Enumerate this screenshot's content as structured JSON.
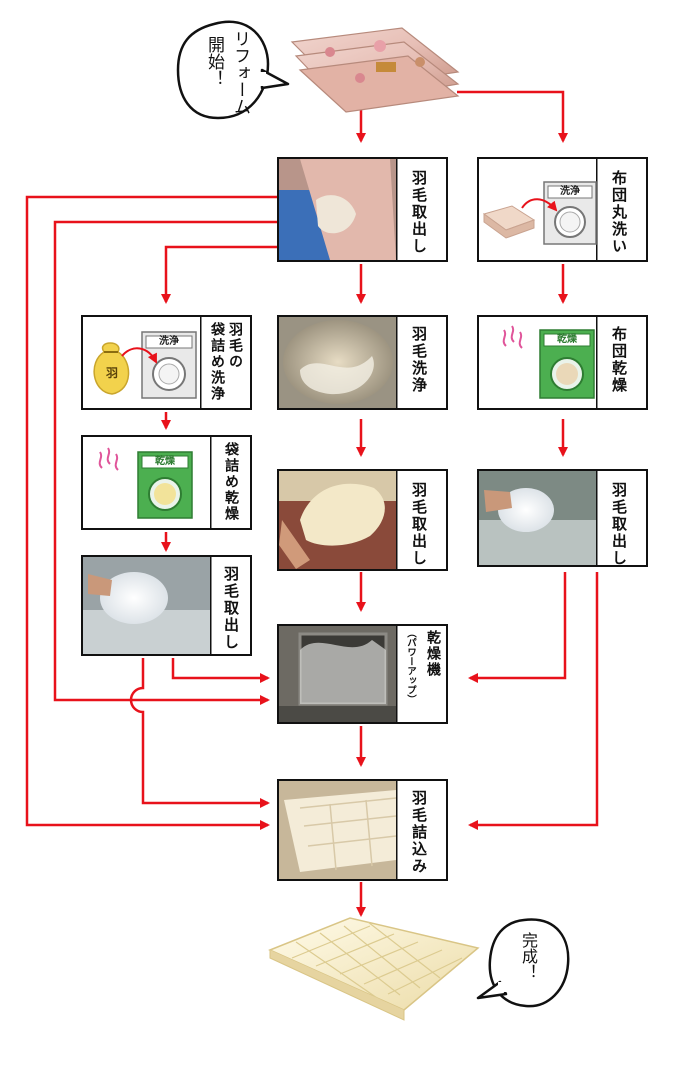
{
  "speech_start": [
    "リフォーム",
    "開始！"
  ],
  "speech_end": "完成！",
  "steps": {
    "feather_removal_top": "羽毛取出し",
    "futon_whole_wash": "布団丸洗い",
    "bag_wash": [
      "羽毛の",
      "袋詰め洗浄"
    ],
    "feather_wash": "羽毛洗浄",
    "futon_dry": "布団乾燥",
    "bag_dry": "袋詰め乾燥",
    "feather_removal_mid": "羽毛取出し",
    "feather_removal_right": "羽毛取出し",
    "feather_removal_left": "羽毛取出し",
    "dryer_power_up": [
      "乾燥機",
      "（パワーアップ）"
    ],
    "feather_refill": "羽毛詰込み"
  },
  "machine_labels": {
    "wash": "洗浄",
    "dry": "乾燥",
    "feather_bag": "羽"
  },
  "colors": {
    "arrow": "#e8121b",
    "box_border": "#111111",
    "dryer_green": "#4caf50",
    "dryer_label": "#2e7d32",
    "bag_yellow": "#f2d24c",
    "heat_pink": "#e0559a"
  }
}
